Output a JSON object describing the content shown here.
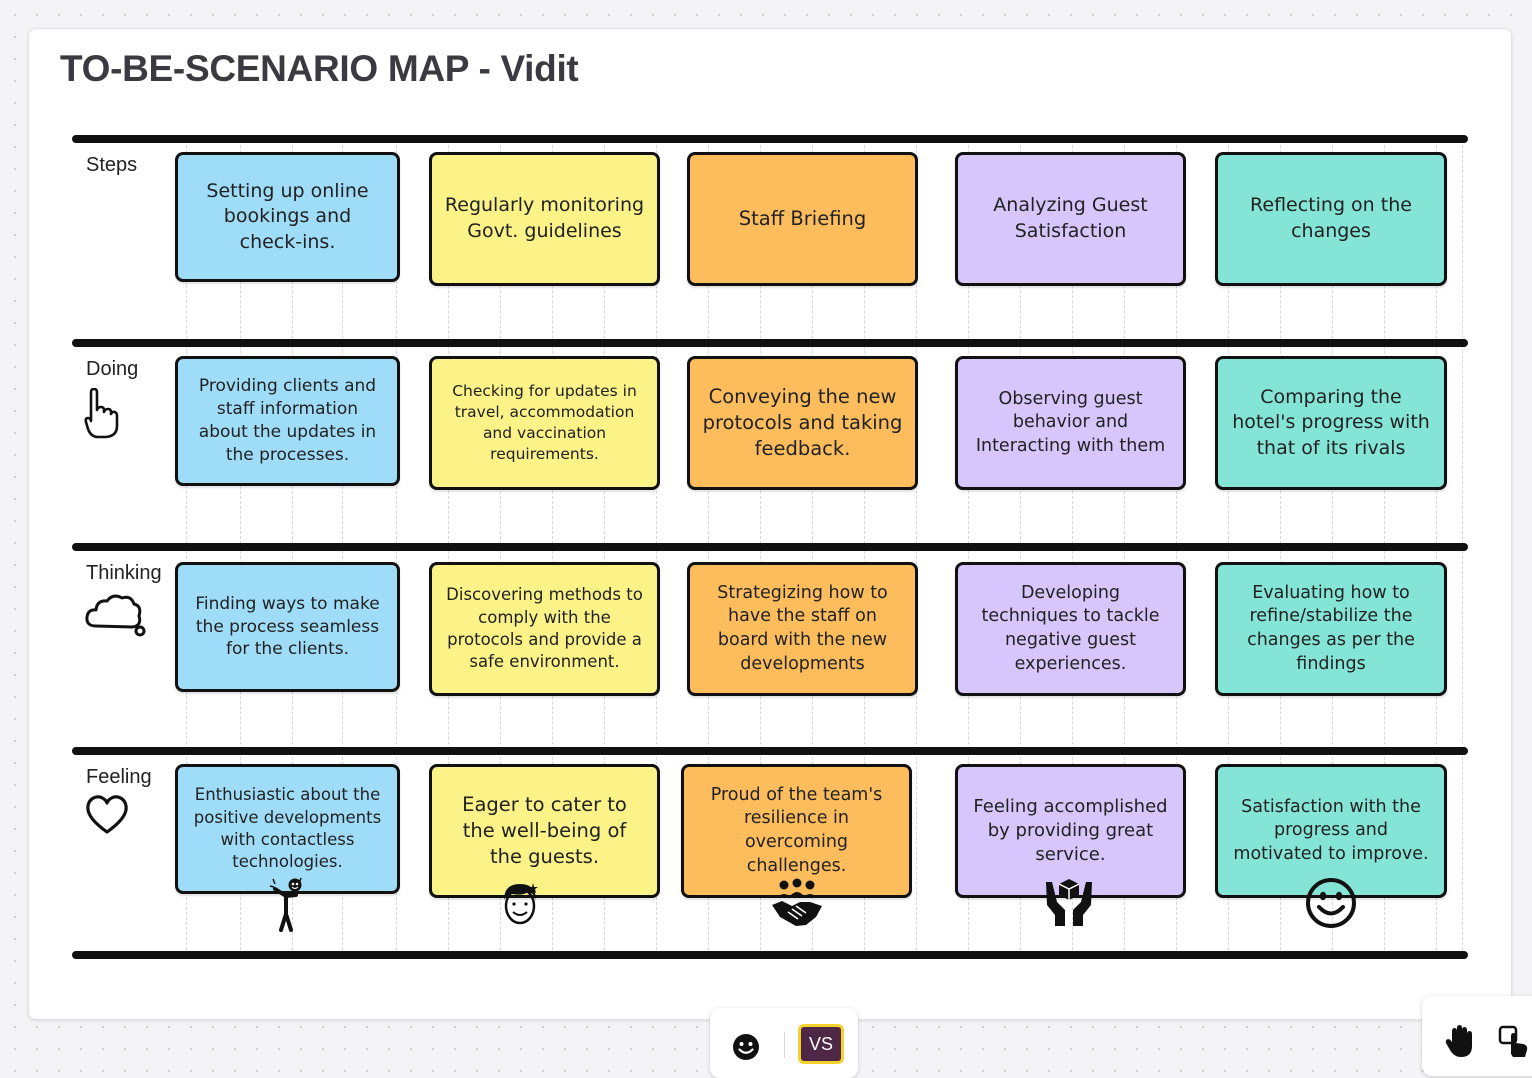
{
  "board": {
    "title": "TO-BE-SCENARIO MAP - Vidit"
  },
  "rows": [
    {
      "label": "Steps",
      "icon": "none"
    },
    {
      "label": "Doing",
      "icon": "pointing-hand-icon"
    },
    {
      "label": "Thinking",
      "icon": "thought-cloud-icon"
    },
    {
      "label": "Feeling",
      "icon": "heart-icon"
    }
  ],
  "columns": [
    {
      "color": "#9fdcf8",
      "steps": "Setting up online bookings and check-ins.",
      "doing": "Providing clients and staff information about the updates in the processes.",
      "thinking": "Finding ways to make the process seamless for the clients.",
      "feeling": "Enthusiastic about the positive developments with contactless technologies.",
      "feeling_sticker": "excited-person-icon"
    },
    {
      "color": "#fbf288",
      "steps": "Regularly monitoring Govt. guidelines",
      "doing": "Checking for updates in travel, accommodation and vaccination requirements.",
      "thinking": "Discovering methods to comply with the protocols and provide a safe environment.",
      "feeling": "Eager to cater to the well-being of the guests.",
      "feeling_sticker": "smiling-face-icon"
    },
    {
      "color": "#fdbd5d",
      "steps": "Staff Briefing",
      "doing": "Conveying the new protocols and taking feedback.",
      "thinking": "Strategizing how to have the staff on board with the new developments",
      "feeling": "Proud of the team's resilience in overcoming challenges.",
      "feeling_sticker": "team-handshake-icon"
    },
    {
      "color": "#d6c6fb",
      "steps": "Analyzing Guest Satisfaction",
      "doing": "Observing guest behavior and Interacting with them",
      "thinking": "Developing techniques to tackle negative guest experiences.",
      "feeling": "Feeling accomplished by providing great service.",
      "feeling_sticker": "hands-holding-box-icon"
    },
    {
      "color": "#84e5d6",
      "steps": "Reflecting on the changes",
      "doing": "Comparing the hotel's progress with that of its rivals",
      "thinking": "Evaluating how to refine/stabilize the changes as per the findings",
      "feeling": "Satisfaction with the progress and motivated to improve.",
      "feeling_sticker": "smiley-icon"
    }
  ],
  "toolbar": {
    "reaction_icon": "smiley-reaction-icon",
    "avatar_initials": "VS",
    "hand_icon": "hand-icon",
    "touch_icon": "touch-gesture-icon"
  }
}
